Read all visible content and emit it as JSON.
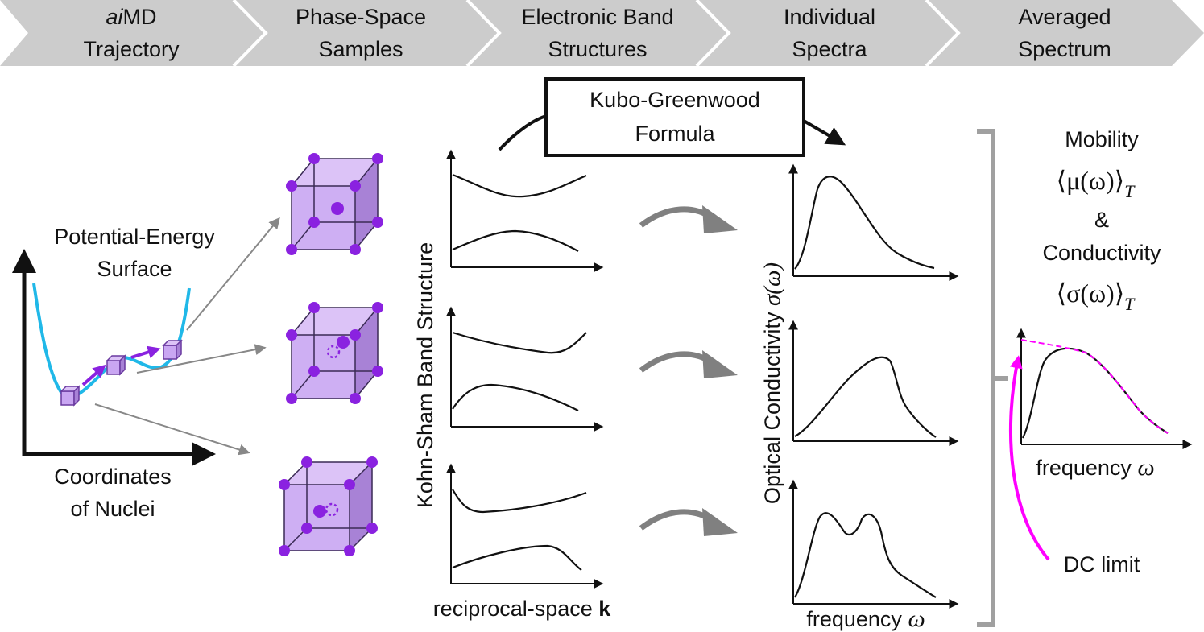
{
  "banner": {
    "steps": [
      {
        "line1_italic": "ai",
        "line1_rest": "MD",
        "line2": "Trajectory"
      },
      {
        "line1_italic": "",
        "line1_rest": "Phase-Space",
        "line2": "Samples"
      },
      {
        "line1_italic": "",
        "line1_rest": "Electronic Band",
        "line2": "Structures"
      },
      {
        "line1_italic": "",
        "line1_rest": "Individual",
        "line2": "Spectra"
      },
      {
        "line1_italic": "",
        "line1_rest": "Averaged",
        "line2": "Spectrum"
      }
    ],
    "fill": "#cccccc"
  },
  "pes": {
    "label_line1": "Potential-Energy",
    "label_line2": "Surface",
    "xlabel_line1": "Coordinates",
    "xlabel_line2": "of Nuclei",
    "curve_color": "#20b8e8"
  },
  "kubo": {
    "line1": "Kubo-Greenwood",
    "line2": "Formula"
  },
  "bands": {
    "ylabel": "Kohn-Sham Band Structure",
    "xlabel_text": "reciprocal-space ",
    "xlabel_bold": "k"
  },
  "spectra": {
    "ylabel_text": "Optical Conductivity ",
    "ylabel_symbol": "σ(ω)",
    "xlabel_text": "frequency ",
    "xlabel_symbol": "ω"
  },
  "averaged": {
    "mobility_label": "Mobility",
    "mobility_symbol": "⟨μ(ω)⟩",
    "sub_T": "T",
    "ampersand": "&",
    "conductivity_label": "Conductivity",
    "conductivity_symbol": "⟨σ(ω)⟩",
    "xlabel_text": "frequency ",
    "xlabel_symbol": "ω",
    "dc_label": "DC limit",
    "dc_color": "#ff00ff"
  },
  "colors": {
    "cube_fill": "#c9a6f2",
    "cube_node": "#8a22e0",
    "arrow_purple": "#8a22e0",
    "arrow_gray": "#808080"
  }
}
